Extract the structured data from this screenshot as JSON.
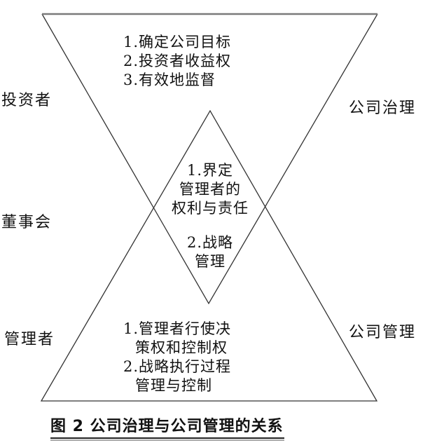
{
  "left_labels": {
    "investor": "投资者",
    "board": "董事会",
    "manager": "管理者"
  },
  "right_labels": {
    "governance": "公司治理",
    "management": "公司管理"
  },
  "top_triangle": {
    "lines": [
      "1.确定公司目标",
      "2.投资者收益权",
      "3.有效地监督"
    ]
  },
  "diamond": {
    "lines": [
      "1.界定",
      "管理者的",
      "权利与责任"
    ],
    "lines2": [
      "2.战略",
      "管理"
    ]
  },
  "bottom_triangle": {
    "lines": [
      "1.管理者行使决",
      "策权和控制权",
      "2.战略执行过程",
      "管理与控制"
    ]
  },
  "caption": "图 2  公司治理与公司管理的关系",
  "colors": {
    "line": "#333333",
    "top_edge": "#7a7a7a"
  }
}
